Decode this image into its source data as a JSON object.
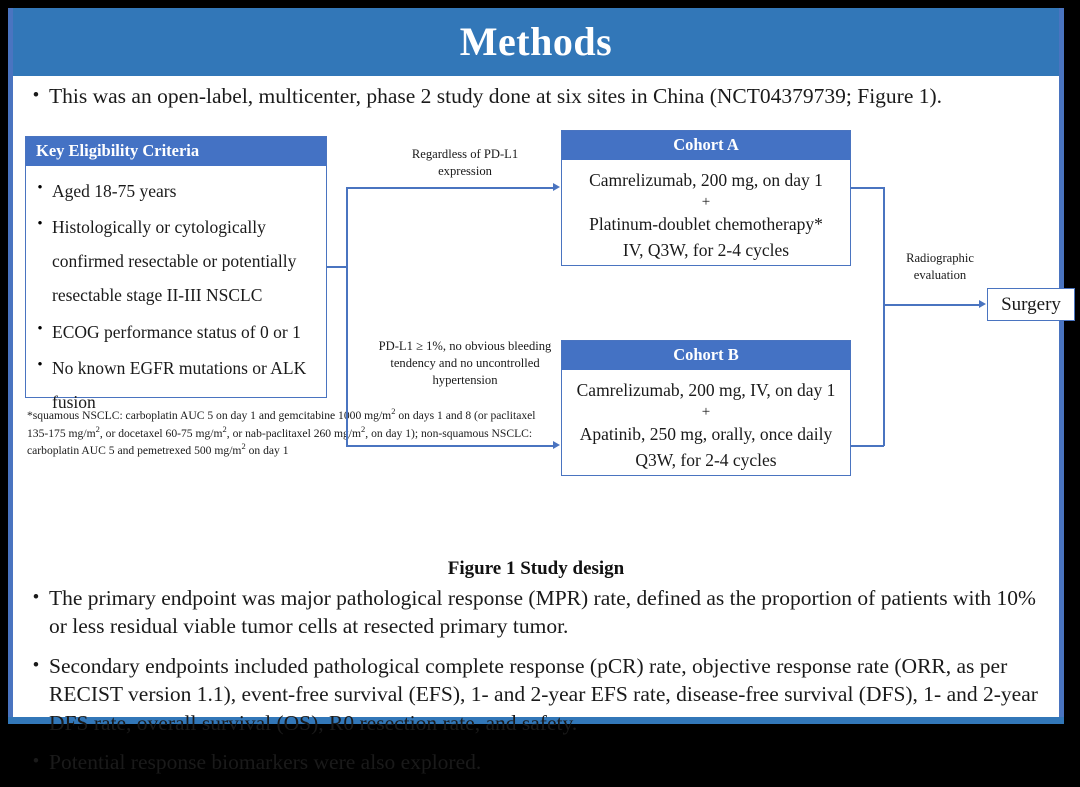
{
  "slide": {
    "title": "Methods",
    "accent_color": "#3277b8",
    "box_header_color": "#4472c4",
    "connector_color": "#4a74c0",
    "background_color": "#ffffff",
    "frame_color": "#000000"
  },
  "lead_bullet": {
    "marker": "•",
    "text": "This was an open-label, multicenter, phase 2 study done at six sites in China (NCT04379739; Figure 1)."
  },
  "diagram": {
    "eligibility": {
      "header": "Key  Eligibility Criteria",
      "marker": "•",
      "items": [
        "Aged 18-75 years",
        "Histologically or cytologically confirmed resectable or potentially resectable stage II-III  NSCLC",
        "ECOG performance status of 0 or 1",
        "No known EGFR mutations or ALK fusion"
      ]
    },
    "footnote": "*squamous NSCLC: carboplatin AUC 5 on day 1 and gemcitabine 1000 mg/m2 on days 1 and 8 (or paclitaxel 135-175 mg/m2, or docetaxel 60-75 mg/m2, or nab-paclitaxel 260 mg/m2, on day 1); non-squamous NSCLC: carboplatin AUC 5 and pemetrexed 500 mg/m2 on day 1",
    "cohort_a": {
      "header": "Cohort A",
      "line1": "Camrelizumab, 200 mg, on day 1",
      "plus": "+",
      "line2": "Platinum-doublet chemotherapy*",
      "line3": "IV, Q3W, for 2-4 cycles"
    },
    "cohort_b": {
      "header": "Cohort B",
      "line1": "Camrelizumab, 200 mg, IV, on day 1",
      "plus": "+",
      "line2": "Apatinib, 250 mg, orally, once daily",
      "line3": "Q3W, for 2-4 cycles"
    },
    "annotation_top": "Regardless  of PD-L1 expression",
    "annotation_bottom": "PD-L1 ≥ 1%, no obvious bleeding tendency and no uncontrolled  hypertension",
    "annotation_radiographic": "Radiographic evaluation",
    "surgery": "Surgery"
  },
  "caption": "Figure 1 Study design",
  "bottom_bullets": [
    {
      "marker": "•",
      "text": "The primary endpoint was major pathological response (MPR) rate, defined as the proportion of patients with 10% or less residual viable tumor cells at resected primary tumor."
    },
    {
      "marker": "•",
      "text": "Secondary endpoints included pathological complete response (pCR) rate, objective response rate (ORR, as per RECIST version 1.1), event-free survival (EFS), 1- and 2-year EFS rate, disease-free survival (DFS), 1- and 2-year DFS rate, overall survival (OS), R0 resection rate, and safety."
    },
    {
      "marker": "•",
      "text": "Potential response biomarkers were also explored."
    }
  ]
}
